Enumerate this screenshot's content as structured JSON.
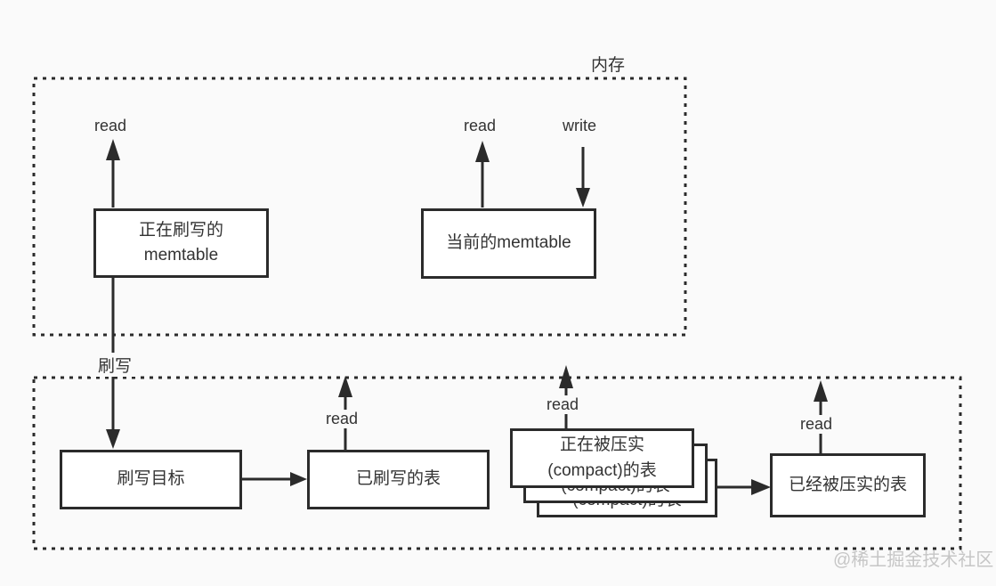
{
  "memory_region": {
    "label": "内存"
  },
  "nodes": {
    "flushing_memtable": {
      "line1": "正在刷写的",
      "line2": "memtable"
    },
    "current_memtable": {
      "label": "当前的memtable"
    },
    "flush_target": {
      "label": "刷写目标"
    },
    "flushed_table": {
      "label": "已刷写的表"
    },
    "compacting_table": {
      "line1": "正在被压实",
      "line2": "(compact)的表"
    },
    "compacted_table": {
      "label": "已经被压实的表"
    }
  },
  "edge_labels": {
    "read_flushing_memtable": "read",
    "read_current_memtable": "read",
    "write_current_memtable": "write",
    "flush": "刷写",
    "read_flushed_table": "read",
    "read_compacting_table": "read",
    "read_compacted_table": "read"
  },
  "watermark": "@稀土掘金技术社区",
  "colors": {
    "line": "#2b2b2b",
    "background": "#fafafa",
    "box_fill": "#ffffff",
    "text": "#333333",
    "watermark": "#c6c6c6"
  }
}
